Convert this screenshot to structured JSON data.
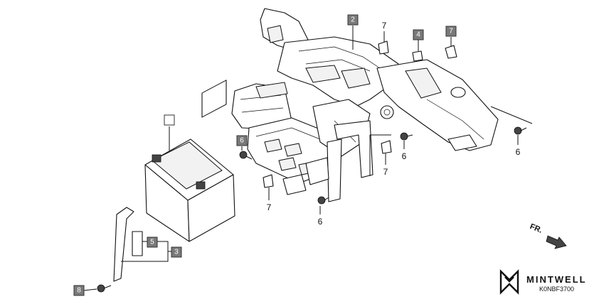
{
  "callouts": {
    "battery": "",
    "c2": "2",
    "c4": "4",
    "c7_top": "7",
    "c6_left": "6",
    "c5": "5",
    "c3": "3",
    "c8": "8"
  },
  "labels": {
    "l7_a": "7",
    "l7_b": "7",
    "l7_c": "7",
    "l6_a": "6",
    "l6_b": "6",
    "l6_c": "6"
  },
  "direction": "FR.",
  "brand": "MINTWELL",
  "diagram_code": "K0NBF3700",
  "colors": {
    "callout_fill": "#7a7a7a",
    "line": "#111111"
  }
}
